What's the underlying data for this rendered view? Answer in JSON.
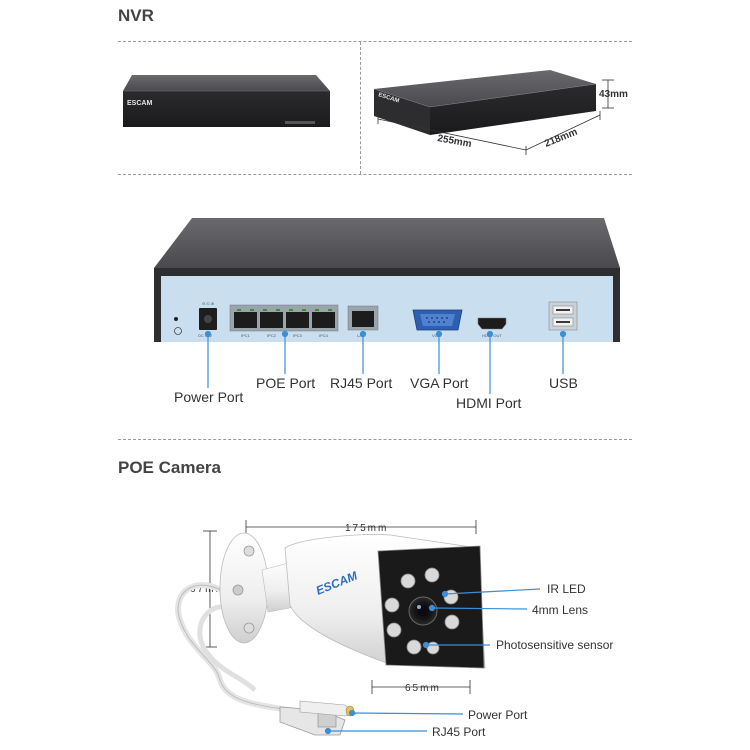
{
  "nvr": {
    "title": "NVR",
    "brand": "ESCAM",
    "dimensions": {
      "width": "255mm",
      "depth": "218mm",
      "height": "43mm"
    },
    "rear_silkscreen": {
      "dc": "DC 48V",
      "ports": [
        "IPC1",
        "IPC2",
        "IPC3",
        "IPC4"
      ],
      "lan": "LAN",
      "vga": "VGA",
      "hdmi": "HDMI OUT"
    },
    "port_labels": {
      "power": "Power Port",
      "poe": "POE Port",
      "rj45": "RJ45 Port",
      "vga": "VGA Port",
      "hdmi": "HDMI Port",
      "usb": "USB"
    }
  },
  "camera": {
    "title": "POE Camera",
    "brand": "ESCAM",
    "dimensions": {
      "length": "175mm",
      "height": "67mm",
      "front": "65mm"
    },
    "labels": {
      "ir_led": "IR LED",
      "lens": "4mm Lens",
      "sensor": "Photosensitive sensor",
      "power": "Power Port",
      "rj45": "RJ45 Port"
    }
  },
  "colors": {
    "accent": "#3b8fd6",
    "panel": "#c9dff0",
    "dark": "#3a3a3c"
  }
}
